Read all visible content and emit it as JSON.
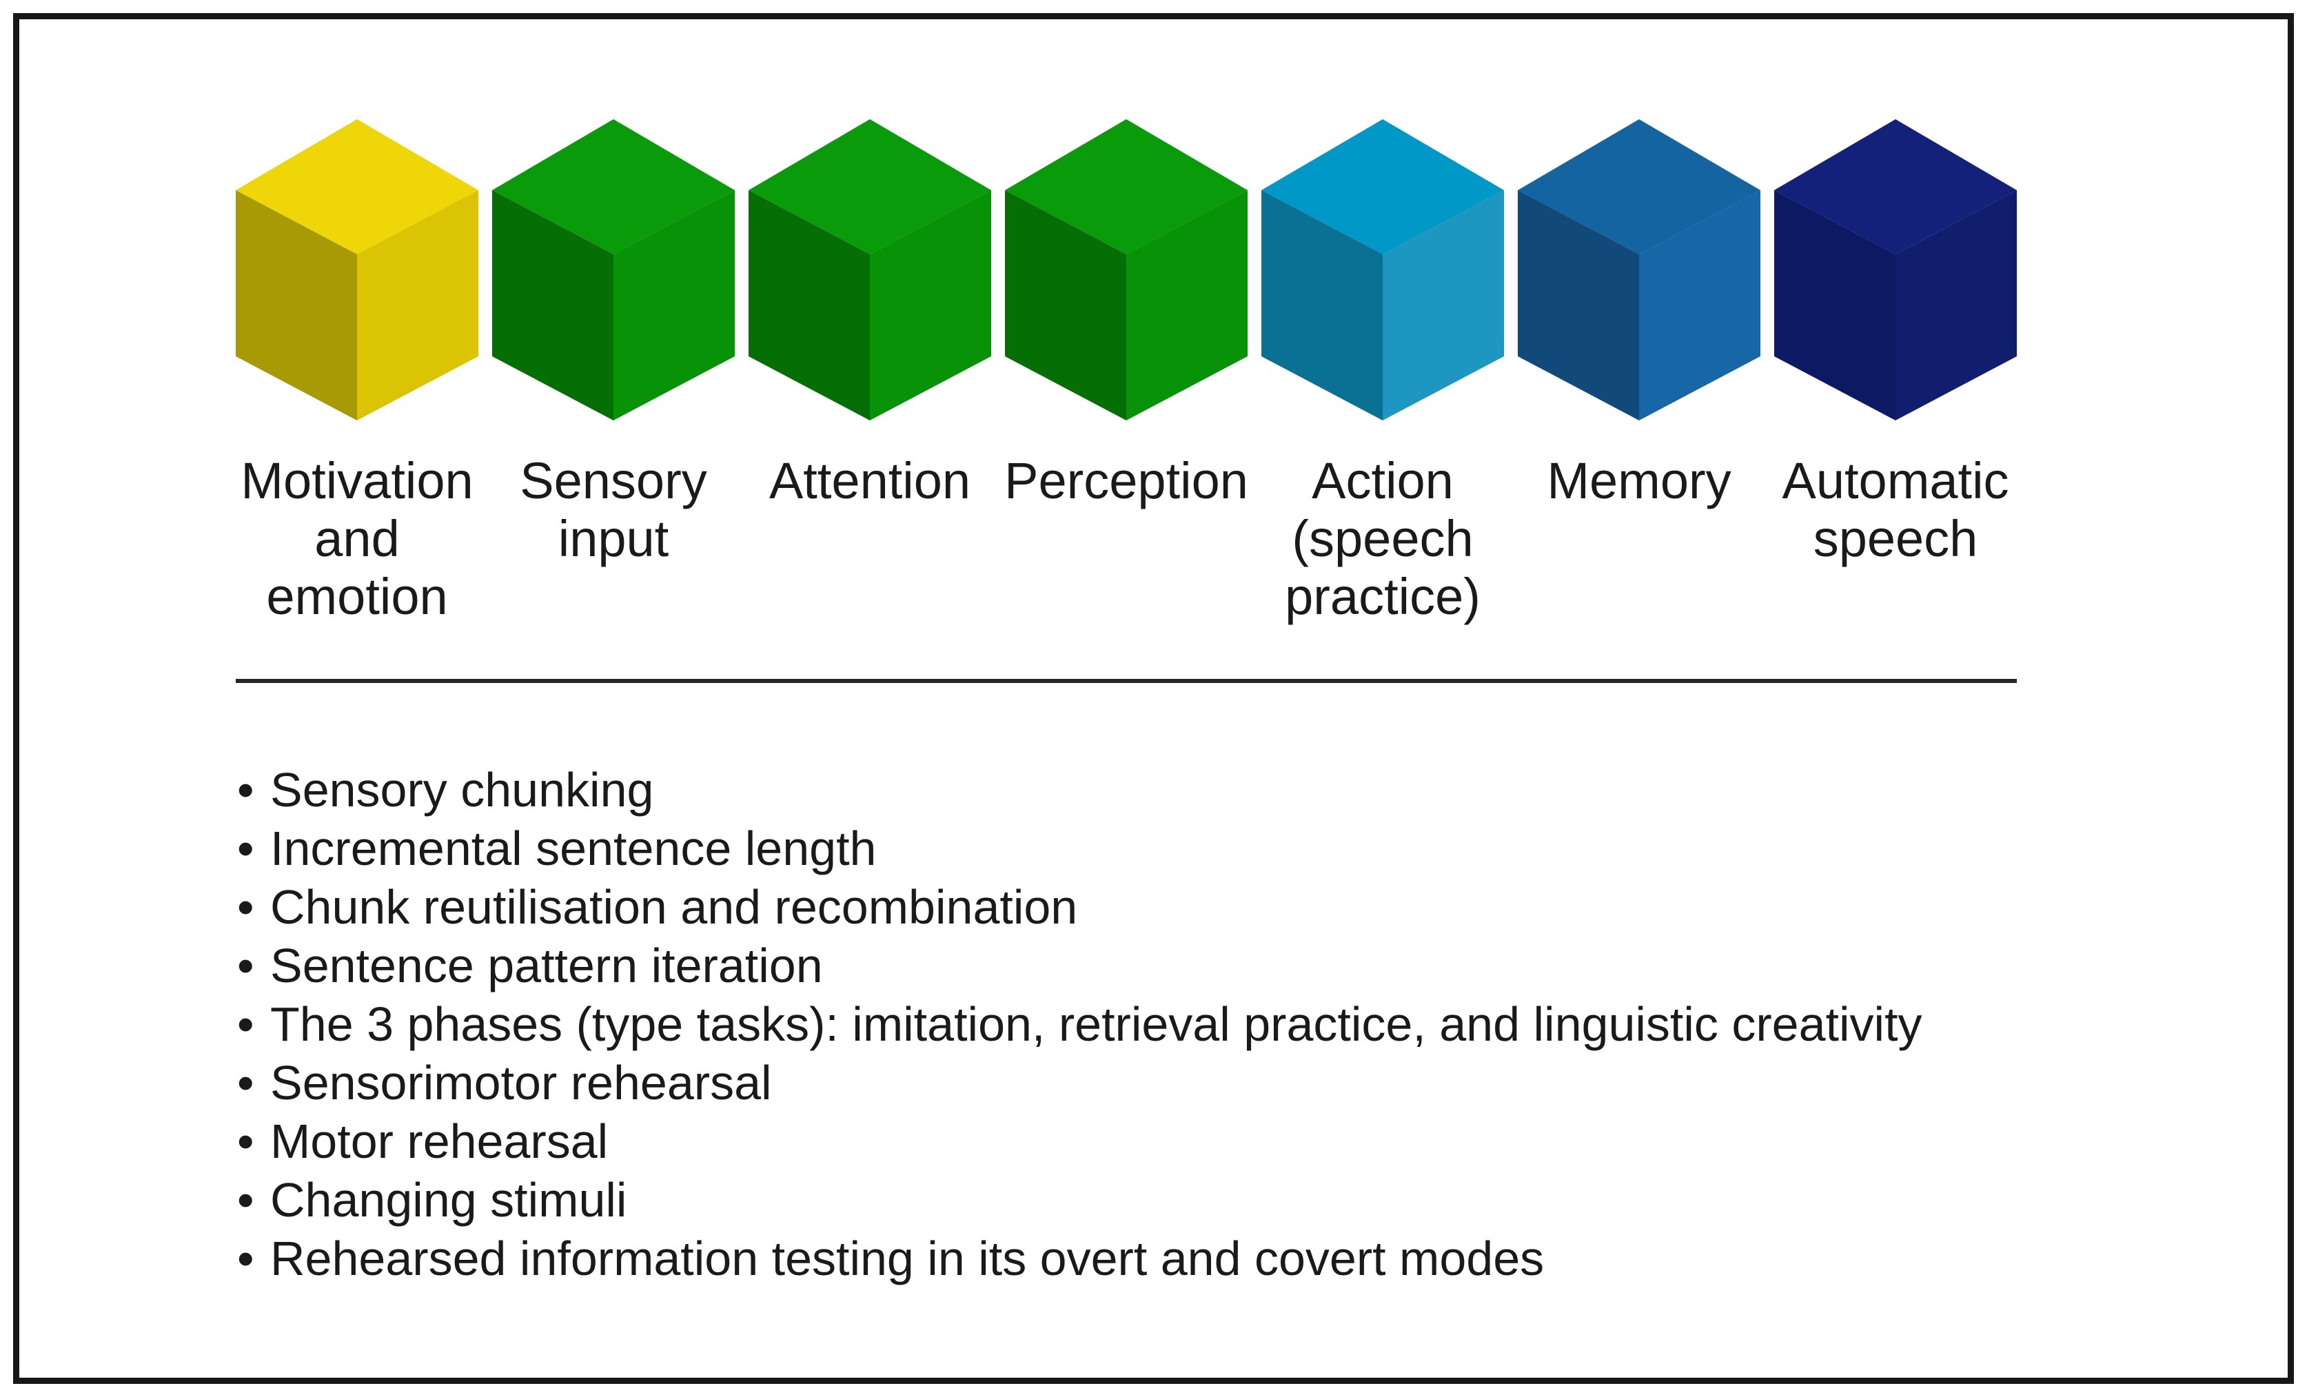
{
  "frame": {
    "background": "#ffffff",
    "border_color": "#17171c",
    "divider_color": "#26262c",
    "text_color": "#1a1a1a"
  },
  "cubes": [
    {
      "name": "motivation-and-emotion",
      "label": "Motivation and emotion",
      "label_lines": [
        "Motivation",
        "and emotion"
      ],
      "colors": {
        "top": "#EED608",
        "left": "#A89A04",
        "right": "#DBC404"
      }
    },
    {
      "name": "sensory-input",
      "label": "Sensory input",
      "label_lines": [
        "Sensory",
        "input"
      ],
      "colors": {
        "top": "#0A9B0A",
        "left": "#056E05",
        "right": "#089208"
      }
    },
    {
      "name": "attention",
      "label": "Attention",
      "label_lines": [
        "Attention"
      ],
      "colors": {
        "top": "#0A9B0A",
        "left": "#056E05",
        "right": "#089208"
      }
    },
    {
      "name": "perception",
      "label": "Perception",
      "label_lines": [
        "Perception"
      ],
      "colors": {
        "top": "#0A9B0A",
        "left": "#056E05",
        "right": "#089208"
      }
    },
    {
      "name": "action-speech-practice",
      "label": "Action (speech practice)",
      "label_lines": [
        "Action",
        "(speech",
        "practice)"
      ],
      "colors": {
        "top": "#0098C6",
        "left": "#0A7194",
        "right": "#1D96C1"
      }
    },
    {
      "name": "memory",
      "label": "Memory",
      "label_lines": [
        "Memory"
      ],
      "colors": {
        "top": "#1364A0",
        "left": "#10497A",
        "right": "#1766A5"
      }
    },
    {
      "name": "automatic-speech",
      "label": "Automatic speech",
      "label_lines": [
        "Automatic",
        "speech"
      ],
      "colors": {
        "top": "#13217B",
        "left": "#0D1A63",
        "right": "#111E6E"
      }
    }
  ],
  "list": {
    "bullet_char": "•",
    "items": [
      "Sensory chunking",
      "Incremental sentence length",
      "Chunk reutilisation and recombination",
      "Sentence pattern iteration",
      "The 3 phases (type tasks): imitation, retrieval practice, and linguistic creativity",
      "Sensorimotor rehearsal",
      "Motor rehearsal",
      "Changing stimuli",
      "Rehearsed information testing in its overt and covert modes"
    ]
  }
}
